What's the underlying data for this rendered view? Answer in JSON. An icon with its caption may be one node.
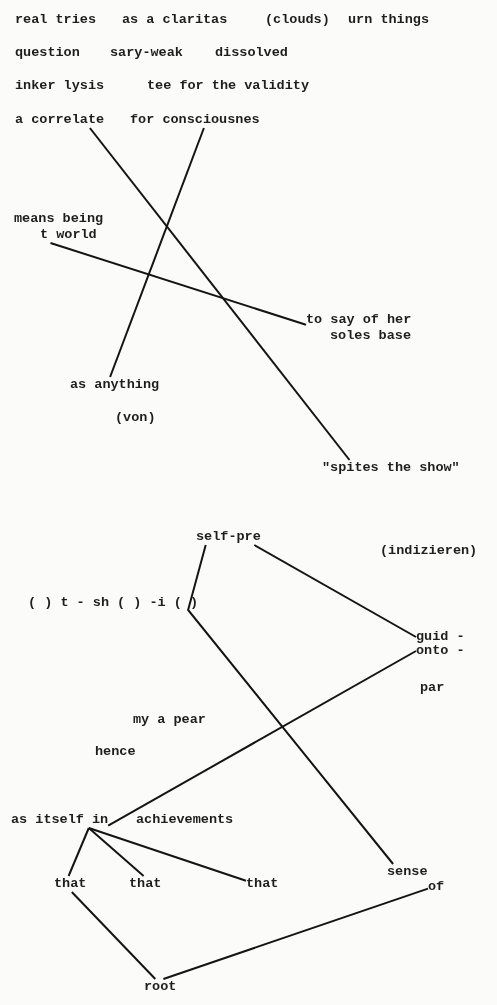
{
  "diagram": {
    "nodes": [
      {
        "text": [
          "a correlate"
        ]
      },
      {
        "text": [
          "for consciousnes"
        ]
      },
      {
        "text": [
          "means being t world"
        ]
      },
      {
        "text": [
          "to say of her soles base"
        ]
      },
      {
        "text": [
          "as anything"
        ]
      },
      {
        "text": [
          "\"spites the show\""
        ]
      },
      {
        "text": [
          "self-pre"
        ]
      },
      {
        "text": [
          "guid -"
        ]
      },
      {
        "text": [
          "onto -"
        ]
      },
      {
        "text": [
          "as itself in"
        ]
      },
      {
        "text": [
          "sense"
        ]
      },
      {
        "text": [
          "that"
        ]
      },
      {
        "text": [
          "that"
        ]
      },
      {
        "text": [
          "that"
        ]
      },
      {
        "text": [
          "of"
        ]
      },
      {
        "text": [
          "root"
        ]
      }
    ],
    "edges": [
      {
        "from": 0,
        "to": 5,
        "arrow": "none"
      },
      {
        "from": 1,
        "to": 4,
        "arrow": "none"
      },
      {
        "from": 2,
        "to": 3,
        "arrow": "none"
      },
      {
        "from": 6,
        "to": 10,
        "arrow": "none"
      },
      {
        "from": 6,
        "to": 7,
        "arrow": "none"
      },
      {
        "from": 9,
        "to": 8,
        "arrow": "none"
      },
      {
        "from": 9,
        "to": 11,
        "arrow": "none"
      },
      {
        "from": 9,
        "to": 12,
        "arrow": "none"
      },
      {
        "from": 9,
        "to": 13,
        "arrow": "none"
      },
      {
        "from": 11,
        "to": 15,
        "arrow": "none"
      },
      {
        "from": 15,
        "to": 14,
        "arrow": "none"
      }
    ],
    "labels": [
      "real tries",
      "as a claritas",
      "(clouds)",
      "urn things",
      "question",
      "sary-weak",
      "dissolved",
      "inker lysis",
      "tee for the validity",
      "(von)",
      "(indizieren)",
      "( ) t - sh ( ) -i ( )",
      "par",
      "my a pear",
      "hence",
      "achievements"
    ]
  }
}
